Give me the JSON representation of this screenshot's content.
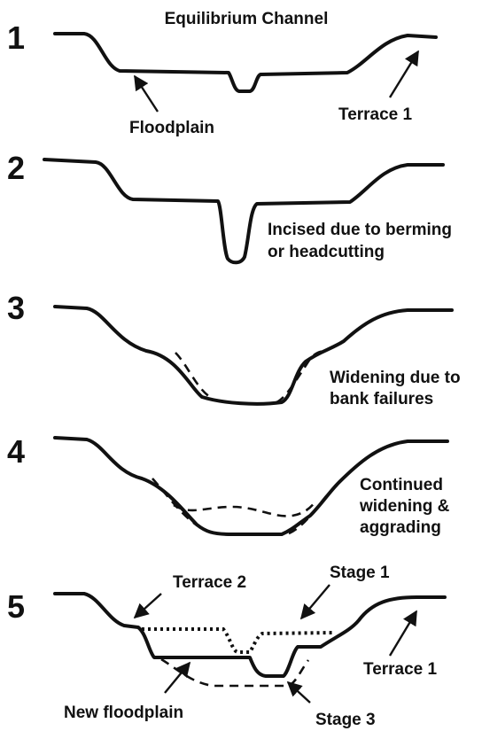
{
  "title": "Equilibrium Channel",
  "stages": [
    {
      "number": "1",
      "labels": {
        "floodplain": "Floodplain",
        "terrace1": "Terrace 1"
      }
    },
    {
      "number": "2",
      "labels": {
        "line1": "Incised due to berming",
        "line2": "or headcutting"
      }
    },
    {
      "number": "3",
      "labels": {
        "line1": "Widening due to",
        "line2": "bank failures"
      }
    },
    {
      "number": "4",
      "labels": {
        "line1": "Continued",
        "line2": "widening &",
        "line3": "aggrading"
      }
    },
    {
      "number": "5",
      "labels": {
        "terrace2": "Terrace 2",
        "stage1": "Stage 1",
        "terrace1": "Terrace 1",
        "new_floodplain": "New floodplain",
        "stage3": "Stage 3"
      }
    }
  ],
  "colors": {
    "ink": "#111111",
    "background": "#ffffff"
  }
}
